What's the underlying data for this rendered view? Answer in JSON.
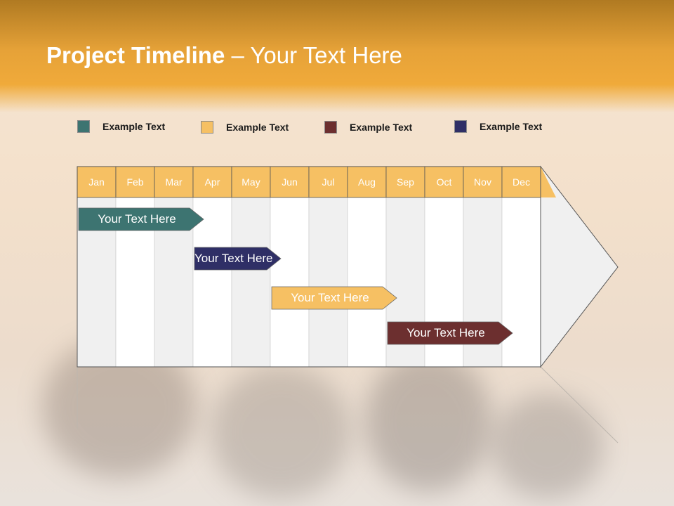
{
  "title": {
    "bold": "Project Timeline",
    "rest": " – Your Text Here"
  },
  "legend": [
    {
      "label": "Example Text",
      "color": "#3d7471"
    },
    {
      "label": "Example Text",
      "color": "#f6c063"
    },
    {
      "label": "Example Text",
      "color": "#6c2f2f"
    },
    {
      "label": "Example Text",
      "color": "#2f2f66"
    }
  ],
  "months": [
    "Jan",
    "Feb",
    "Mar",
    "Apr",
    "May",
    "Jun",
    "Jul",
    "Aug",
    "Sep",
    "Oct",
    "Nov",
    "Dec"
  ],
  "colors": {
    "header": "#f6c063",
    "header_text": "#ffffff",
    "col_light": "#ffffff",
    "col_dark": "#f0f0f0"
  },
  "tasks": [
    {
      "label": "Your  Text Here",
      "color": "#3d7471",
      "start_month": 1.0,
      "end_month": 4.0
    },
    {
      "label": "Your  Text Here",
      "color": "#2f2f66",
      "start_month": 4.0,
      "end_month": 6.0
    },
    {
      "label": "Your  Text Here",
      "color": "#f6c063",
      "start_month": 6.0,
      "end_month": 9.0
    },
    {
      "label": "Your  Text Here",
      "color": "#6c2f2f",
      "start_month": 9.0,
      "end_month": 12.0
    }
  ]
}
